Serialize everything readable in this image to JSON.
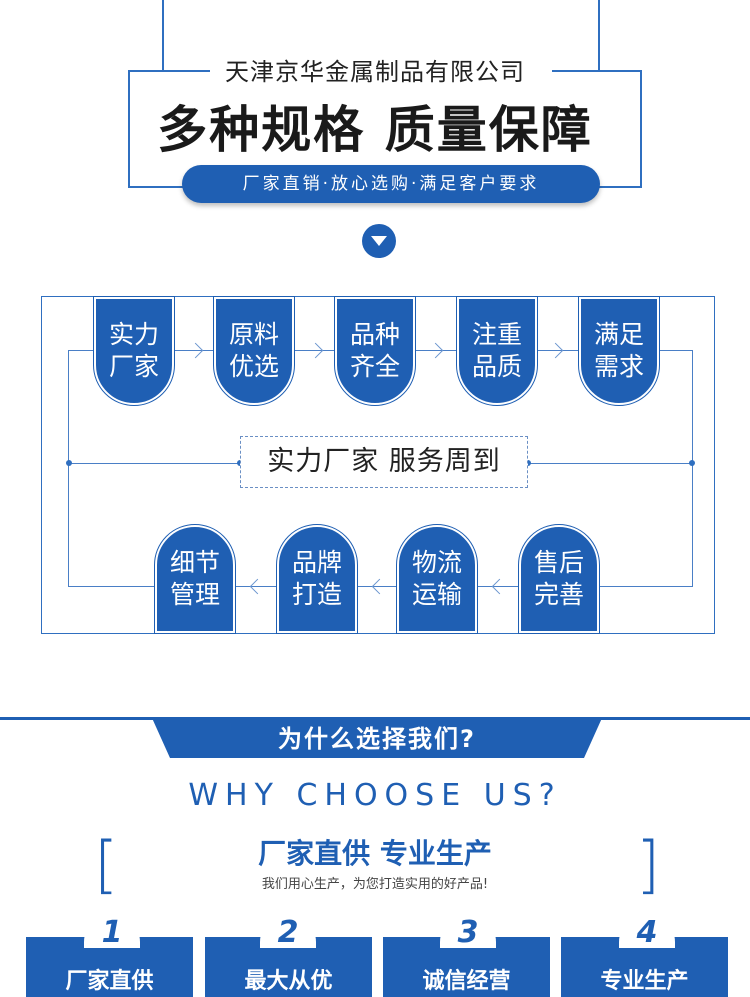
{
  "header": {
    "company_name": "天津京华金属制品有限公司",
    "headline": "多种规格  质量保障",
    "tagline": "厂家直销·放心选购·满足客户要求"
  },
  "process": {
    "top_row": [
      {
        "line1": "实力",
        "line2": "厂家"
      },
      {
        "line1": "原料",
        "line2": "优选"
      },
      {
        "line1": "品种",
        "line2": "齐全"
      },
      {
        "line1": "注重",
        "line2": "品质"
      },
      {
        "line1": "满足",
        "line2": "需求"
      }
    ],
    "center_text": "实力厂家 服务周到",
    "bottom_row": [
      {
        "line1": "细节",
        "line2": "管理"
      },
      {
        "line1": "品牌",
        "line2": "打造"
      },
      {
        "line1": "物流",
        "line2": "运输"
      },
      {
        "line1": "售后",
        "line2": "完善"
      }
    ]
  },
  "why": {
    "banner": "为什么选择我们?",
    "english": "WHY CHOOSE US?",
    "bracket_left": "[",
    "bracket_right": "]",
    "subhead": "厂家直供 专业生产",
    "tagline": "我们用心生产，为您打造实用的好产品!",
    "cards": [
      {
        "number": "1",
        "title": "厂家直供"
      },
      {
        "number": "2",
        "title": "最大从优"
      },
      {
        "number": "3",
        "title": "诚信经营"
      },
      {
        "number": "4",
        "title": "专业生产"
      }
    ]
  },
  "colors": {
    "brand_blue": "#1f5fb3",
    "line_blue": "#2f6fc0"
  }
}
